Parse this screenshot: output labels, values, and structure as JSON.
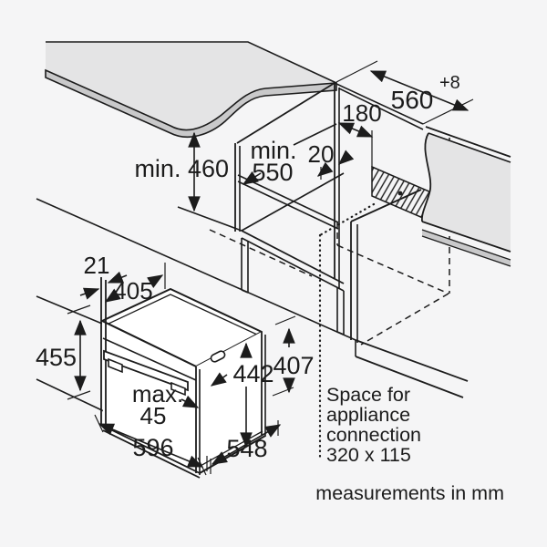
{
  "labels": {
    "niche_width": "560",
    "niche_width_tolerance": "+8",
    "connection_offset": "180",
    "rear_clearance": "20",
    "niche_depth_prefix": "min.",
    "niche_depth": "550",
    "niche_height": "min. 460",
    "front_gap": "21",
    "door_depth": "405",
    "appliance_front_height": "455",
    "appliance_body_height": "442",
    "appliance_rear_height": "407",
    "handle_clearance_prefix": "max.",
    "handle_clearance": "45",
    "appliance_width": "596",
    "appliance_depth": "548"
  },
  "connection_note": [
    "Space for",
    "appliance",
    "connection",
    "320 x 115"
  ],
  "footer_note": "measurements in mm",
  "colors": {
    "ink": "#1c1c1c",
    "background": "#f5f5f6",
    "countertop_surface": "#e4e4e5",
    "countertop_edge_band": "#c9c9ca"
  }
}
